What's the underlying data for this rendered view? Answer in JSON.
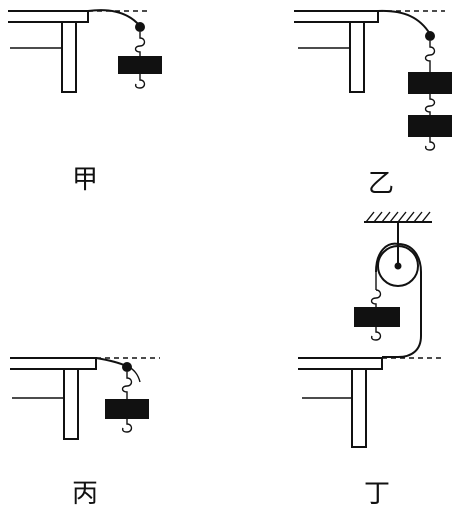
{
  "panels": [
    {
      "id": "jia",
      "label": "甲"
    },
    {
      "id": "yi",
      "label": "乙"
    },
    {
      "id": "bing",
      "label": "丙"
    },
    {
      "id": "ding",
      "label": "丁"
    }
  ],
  "colors": {
    "ink": "#111111",
    "background": "#ffffff"
  }
}
